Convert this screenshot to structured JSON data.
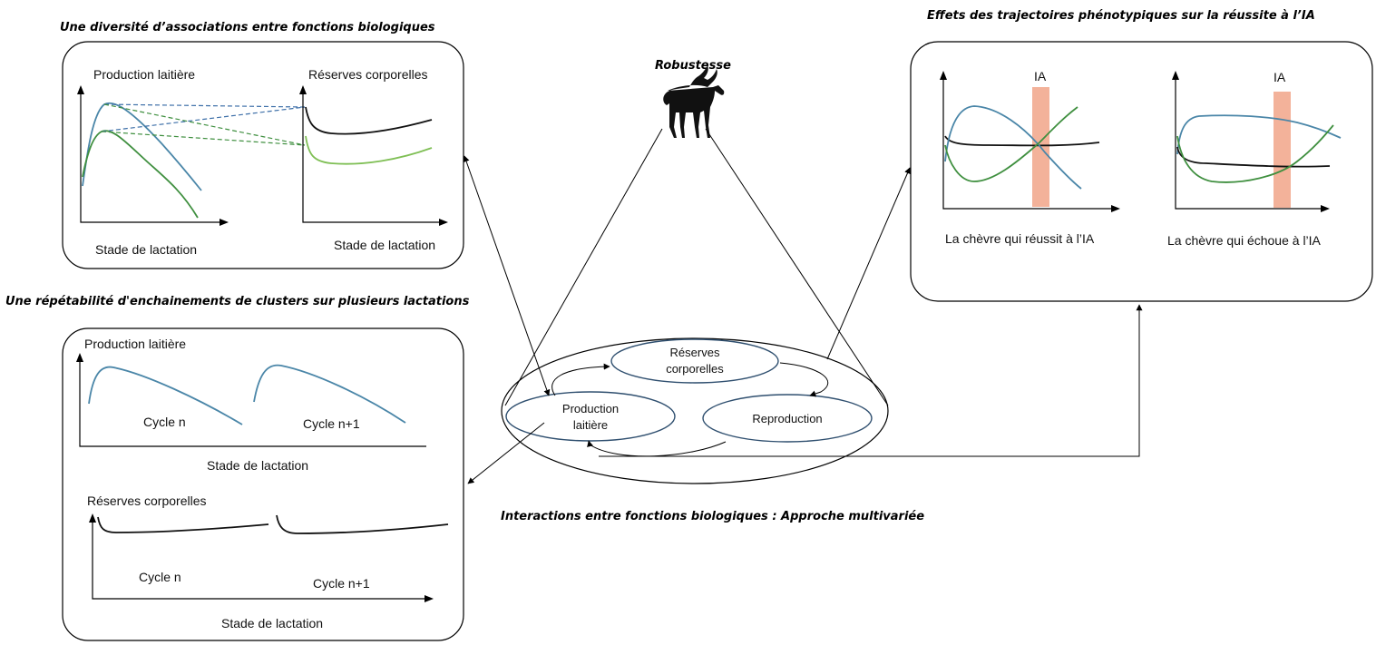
{
  "top_left": {
    "title": "Une diversité d’associations entre fonctions biologiques",
    "left_ylabel": "Production laitière",
    "right_ylabel": "Réserves corporelles",
    "left_xlabel": "Stade de lactation",
    "right_xlabel": "Stade de lactation"
  },
  "bottom_left": {
    "title": "Une répétabilité d'enchainements de clusters sur plusieurs lactations",
    "top_ylabel": "Production laitière",
    "top_cycle1": "Cycle n",
    "top_cycle2": "Cycle n+1",
    "top_xlabel": "Stade de lactation",
    "bottom_ylabel": "Réserves corporelles",
    "bottom_cycle1": "Cycle n",
    "bottom_cycle2": "Cycle n+1",
    "bottom_xlabel": "Stade de lactation"
  },
  "center": {
    "title": "Robustesse",
    "node_reserves": [
      "Réserves",
      "corporelles"
    ],
    "node_production": [
      "Production",
      "laitière"
    ],
    "node_reproduction": "Reproduction",
    "caption": "Interactions entre fonctions biologiques : Approche multivariée"
  },
  "top_right": {
    "title": "Effets des trajectoires phénotypiques sur la réussite à l’IA",
    "ia_label_1": "IA",
    "ia_label_2": "IA",
    "caption_1": "La chèvre qui réussit à l’IA",
    "caption_2": "La chèvre qui échoue à l’IA"
  },
  "icons": {
    "goat": "goat-icon"
  },
  "colors": {
    "blue": "#4a86a8",
    "green": "#3f8f3f",
    "light_green": "#7fbf55",
    "ia_band": "#f3b29a"
  }
}
